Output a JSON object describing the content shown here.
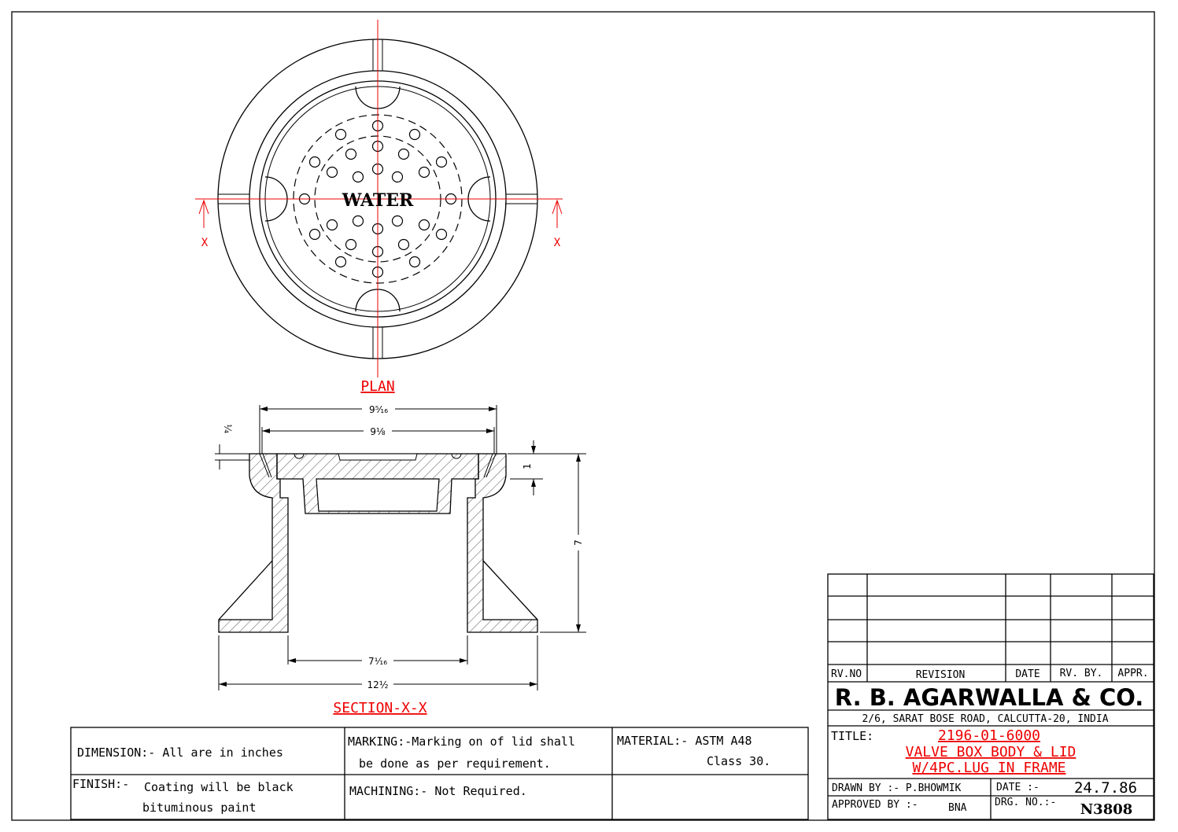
{
  "plan": {
    "label": "PLAN",
    "lid_text": "WATER",
    "section_mark_left": "X",
    "section_mark_right": "X"
  },
  "section": {
    "label": "SECTION-X-X",
    "dimensions": {
      "top_outer": "9⁵⁄₁₆",
      "top_inner": "9⅛",
      "lip": "¼",
      "lid_depth": "1",
      "height": "7",
      "bore": "7¹⁄₁₆",
      "base": "12½"
    }
  },
  "notes": {
    "dimension": "DIMENSION:-   All are in inches",
    "marking_1": "MARKING:-Marking on of lid shall",
    "marking_2": "be done as per requirement.",
    "material_1": "MATERIAL:- ASTM A48",
    "material_2": "Class 30.",
    "finish_label": "FINISH:-",
    "finish_1": "Coating will be black",
    "finish_2": "bituminous paint",
    "machining": "MACHINING:-  Not Required."
  },
  "title_block": {
    "revision_headers": [
      "RV.NO",
      "REVISION",
      "DATE",
      "RV. BY.",
      "APPR."
    ],
    "company": "R. B. AGARWALLA & CO.",
    "address": "2/6, SARAT BOSE ROAD, CALCUTTA-20, INDIA",
    "title_label": "TITLE:",
    "title_lines": [
      "2196-01-6000",
      "VALVE BOX BODY & LID",
      "W/4PC.LUG IN FRAME"
    ],
    "drawn_by": "DRAWN BY :- P.BHOWMIK",
    "date_label": "DATE :-",
    "date": "24.7.86",
    "approved_by_label": "APPROVED BY :-",
    "approved_by": "BNA",
    "drawing_no_label": "DRG. NO.:-",
    "drawing_no": "N3808"
  },
  "colors": {
    "annotation": "#e00000",
    "line": "#000000"
  }
}
